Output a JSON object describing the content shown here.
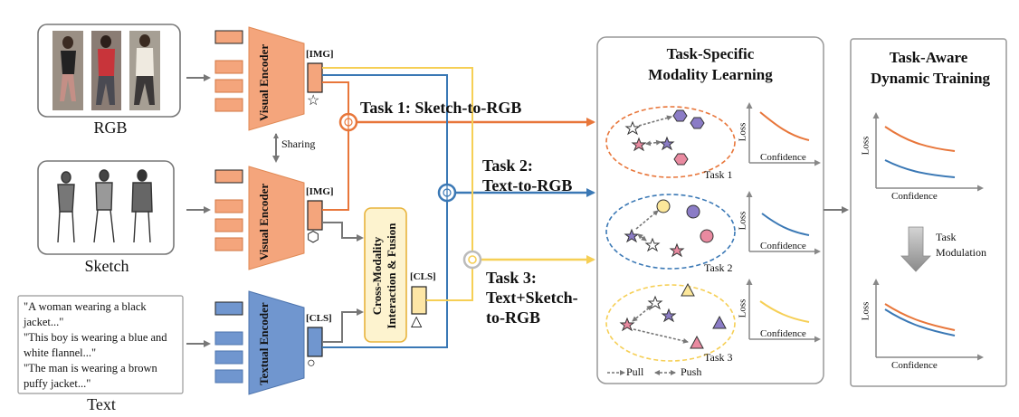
{
  "inputs": {
    "rgb_label": "RGB",
    "sketch_label": "Sketch",
    "text_label": "Text",
    "text_quotes": [
      "\"A woman wearing a black jacket...\"",
      "\"This boy is wearing a blue and white flannel...\"",
      "\"The man is wearing a brown puffy jacket...\""
    ]
  },
  "encoders": {
    "visual": "Visual Encoder",
    "textual": "Textual Encoder",
    "sharing": "Sharing"
  },
  "tokens": {
    "img": "[IMG]",
    "cls": "[CLS]",
    "star": "☆",
    "hexagon": "⬡",
    "circle": "○",
    "triangle": "△"
  },
  "fusion": "Cross-Modality Interaction & Fusion",
  "tasks": {
    "task1": "Task 1: Sketch-to-RGB",
    "task2_line1": "Task 2:",
    "task2_line2": "Text-to-RGB",
    "task3_line1": "Task 3:",
    "task3_line2": "Text+Sketch-",
    "task3_line3": "to-RGB"
  },
  "task_specific": {
    "title_line1": "Task-Specific",
    "title_line2": "Modality Learning",
    "plot_labels": [
      "Task 1",
      "Task 2",
      "Task 3"
    ],
    "axis_y": "Loss",
    "axis_x": "Confidence",
    "legend_pull": "Pull",
    "legend_push": "Push"
  },
  "task_aware": {
    "title_line1": "Task-Aware",
    "title_line2": "Dynamic Training",
    "modulation_line1": "Task",
    "modulation_line2": "Modulation",
    "axis_y": "Loss",
    "axis_x": "Confidence"
  },
  "colors": {
    "orange": "#e8763a",
    "blue": "#3a78b5",
    "yellow": "#f6cf55",
    "visual_encoder": "#f4a57c",
    "textual_encoder": "#7096cf",
    "fusion_fill": "#fdf3cf",
    "fusion_border": "#e8b43c"
  }
}
